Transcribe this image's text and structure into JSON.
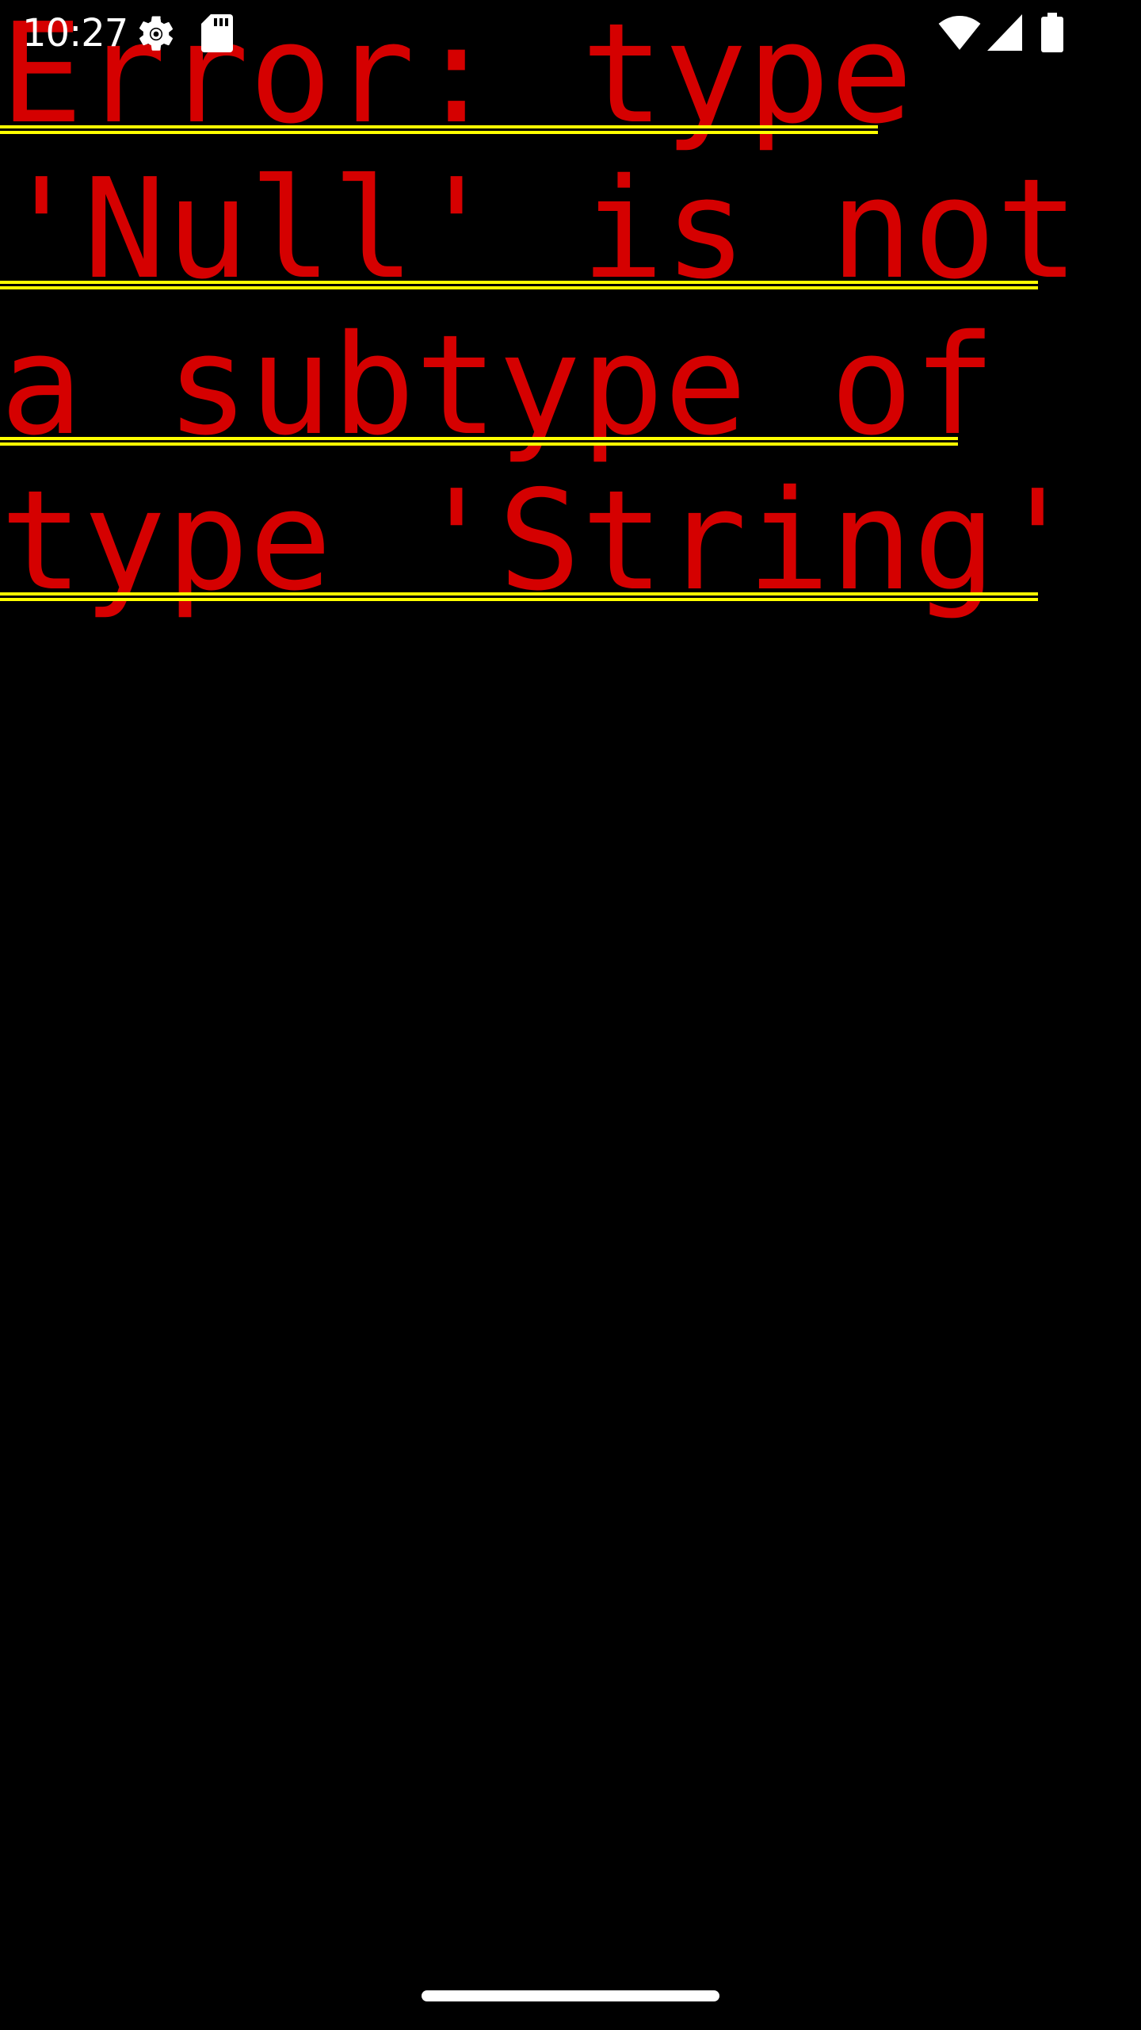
{
  "status_bar": {
    "time": "10:27",
    "left_icons": [
      "settings-icon",
      "sd-card-icon"
    ],
    "right_icons": [
      "wifi-icon",
      "cell-signal-icon",
      "battery-icon"
    ]
  },
  "error": {
    "lines": [
      "Error: type",
      "'Null' is not",
      "a subtype of",
      "type 'String'"
    ],
    "text_color": "#d50000",
    "underline_color": "#ffff00",
    "background_color": "#000000"
  },
  "navigation": {
    "handle_color": "#ffffff"
  }
}
